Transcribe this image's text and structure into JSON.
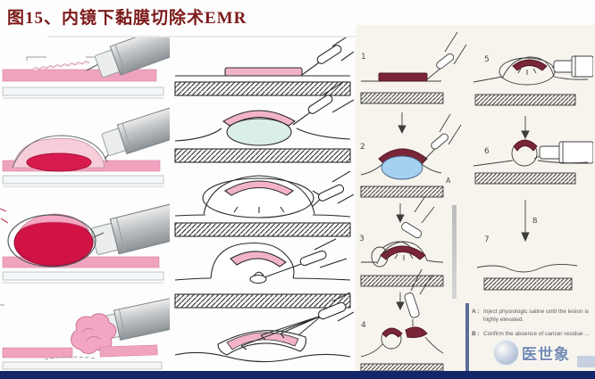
{
  "title": {
    "text": "图15、内镜下黏膜切除术EMR"
  },
  "steps_a": [
    {
      "number": "1"
    },
    {
      "number": "2",
      "marker": "A"
    },
    {
      "number": "3"
    },
    {
      "number": "4"
    }
  ],
  "steps_b": [
    {
      "number": "5"
    },
    {
      "number": "6"
    },
    {
      "number": "7"
    }
  ],
  "arrow_marker_b": "B",
  "notes": {
    "a_label": "A :",
    "a_text": "Inject physiologic saline until the lesion is highly elevated.",
    "b_label": "B :",
    "b_text": "Confirm the absence of cancer residue ..."
  },
  "watermark": {
    "text": "医世象"
  },
  "colors": {
    "title_red": "#7d1a1a",
    "mucosa_pink": "#f0a3bf",
    "lesion_red": "#d81b4e",
    "lesion_maroon": "#7a2636",
    "saline_cushion_cyan": "#daeeea",
    "saline_cushion_blue": "#a6d0ef",
    "page_offwhite": "#f7f4ee",
    "bottom_bar_navy": "#142568",
    "watermark_blue": "#5a7fa8"
  }
}
